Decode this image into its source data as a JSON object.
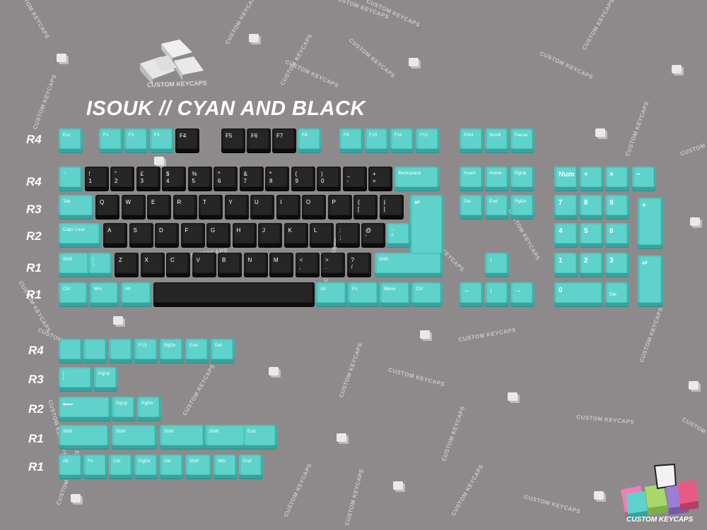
{
  "title": "ISOUK // CYAN AND BLACK",
  "brand": "CUSTOM KEYCAPS",
  "watermark_text": "CUSTOM KEYCAPS",
  "row_labels_main": [
    "R4",
    "R4",
    "R3",
    "R2",
    "R1",
    "R1"
  ],
  "row_labels_extra": [
    "R4",
    "R3",
    "R2",
    "R1",
    "R1"
  ],
  "colors": {
    "background": "#8e8a8c",
    "cyan": "#5fd3cb",
    "black": "#262626",
    "text": "#ffffff"
  },
  "keys": {
    "fn_row": [
      "Esc",
      "F1",
      "F2",
      "F3",
      "F4",
      "F5",
      "F6",
      "F7",
      "F8",
      "F9",
      "F10",
      "F11",
      "F12",
      "Print",
      "Scroll",
      "Pause"
    ],
    "number_row": [
      "¬\n`",
      "!\n1",
      "\"\n2",
      "£\n3",
      "$\n4",
      "%\n5",
      "^\n6",
      "&\n7",
      "*\n8",
      "(\n9",
      ")\n0",
      "_\n-",
      "+\n=",
      "Backspace"
    ],
    "nav_top": [
      "Insert",
      "Home",
      "PgUp",
      "Del",
      "End",
      "PgDn"
    ],
    "numpad_top": [
      "Num",
      "÷",
      "×",
      "−"
    ],
    "q_row": [
      "Tab",
      "Q",
      "W",
      "E",
      "R",
      "T",
      "Y",
      "U",
      "I",
      "O",
      "P",
      "{\n[",
      "}\n]"
    ],
    "a_row": [
      "Caps Lock",
      "A",
      "S",
      "D",
      "F",
      "G",
      "H",
      "J",
      "K",
      "L",
      ":\n;",
      "@\n'",
      "~\n#"
    ],
    "z_row": [
      "Shift",
      "|\n\\",
      "Z",
      "X",
      "C",
      "V",
      "B",
      "N",
      "M",
      "<\n,",
      ">\n.",
      "?\n/",
      "Shift"
    ],
    "bottom_row": [
      "Ctrl",
      "Win",
      "Alt",
      "Alt",
      "Fn",
      "Menu",
      "Ctrl"
    ],
    "numpad": [
      "7",
      "8",
      "9",
      "+",
      "4",
      "5",
      "6",
      "1",
      "2",
      "3",
      "0",
      ".\nDel"
    ],
    "extra_r4": [
      "F13",
      "PgDn",
      "End",
      "Del"
    ],
    "extra_r3": [
      "|\n\\",
      "PgUp"
    ],
    "extra_r2": [
      "PgUp",
      "PgDn"
    ],
    "extra_r1a": [
      "Shift",
      "Shift",
      "Shift",
      "Shift",
      "End"
    ],
    "extra_r1b": [
      "Alt",
      "Fn",
      "Ctrl",
      "PgDn",
      "Del",
      "Shift",
      "Win",
      "End"
    ]
  }
}
